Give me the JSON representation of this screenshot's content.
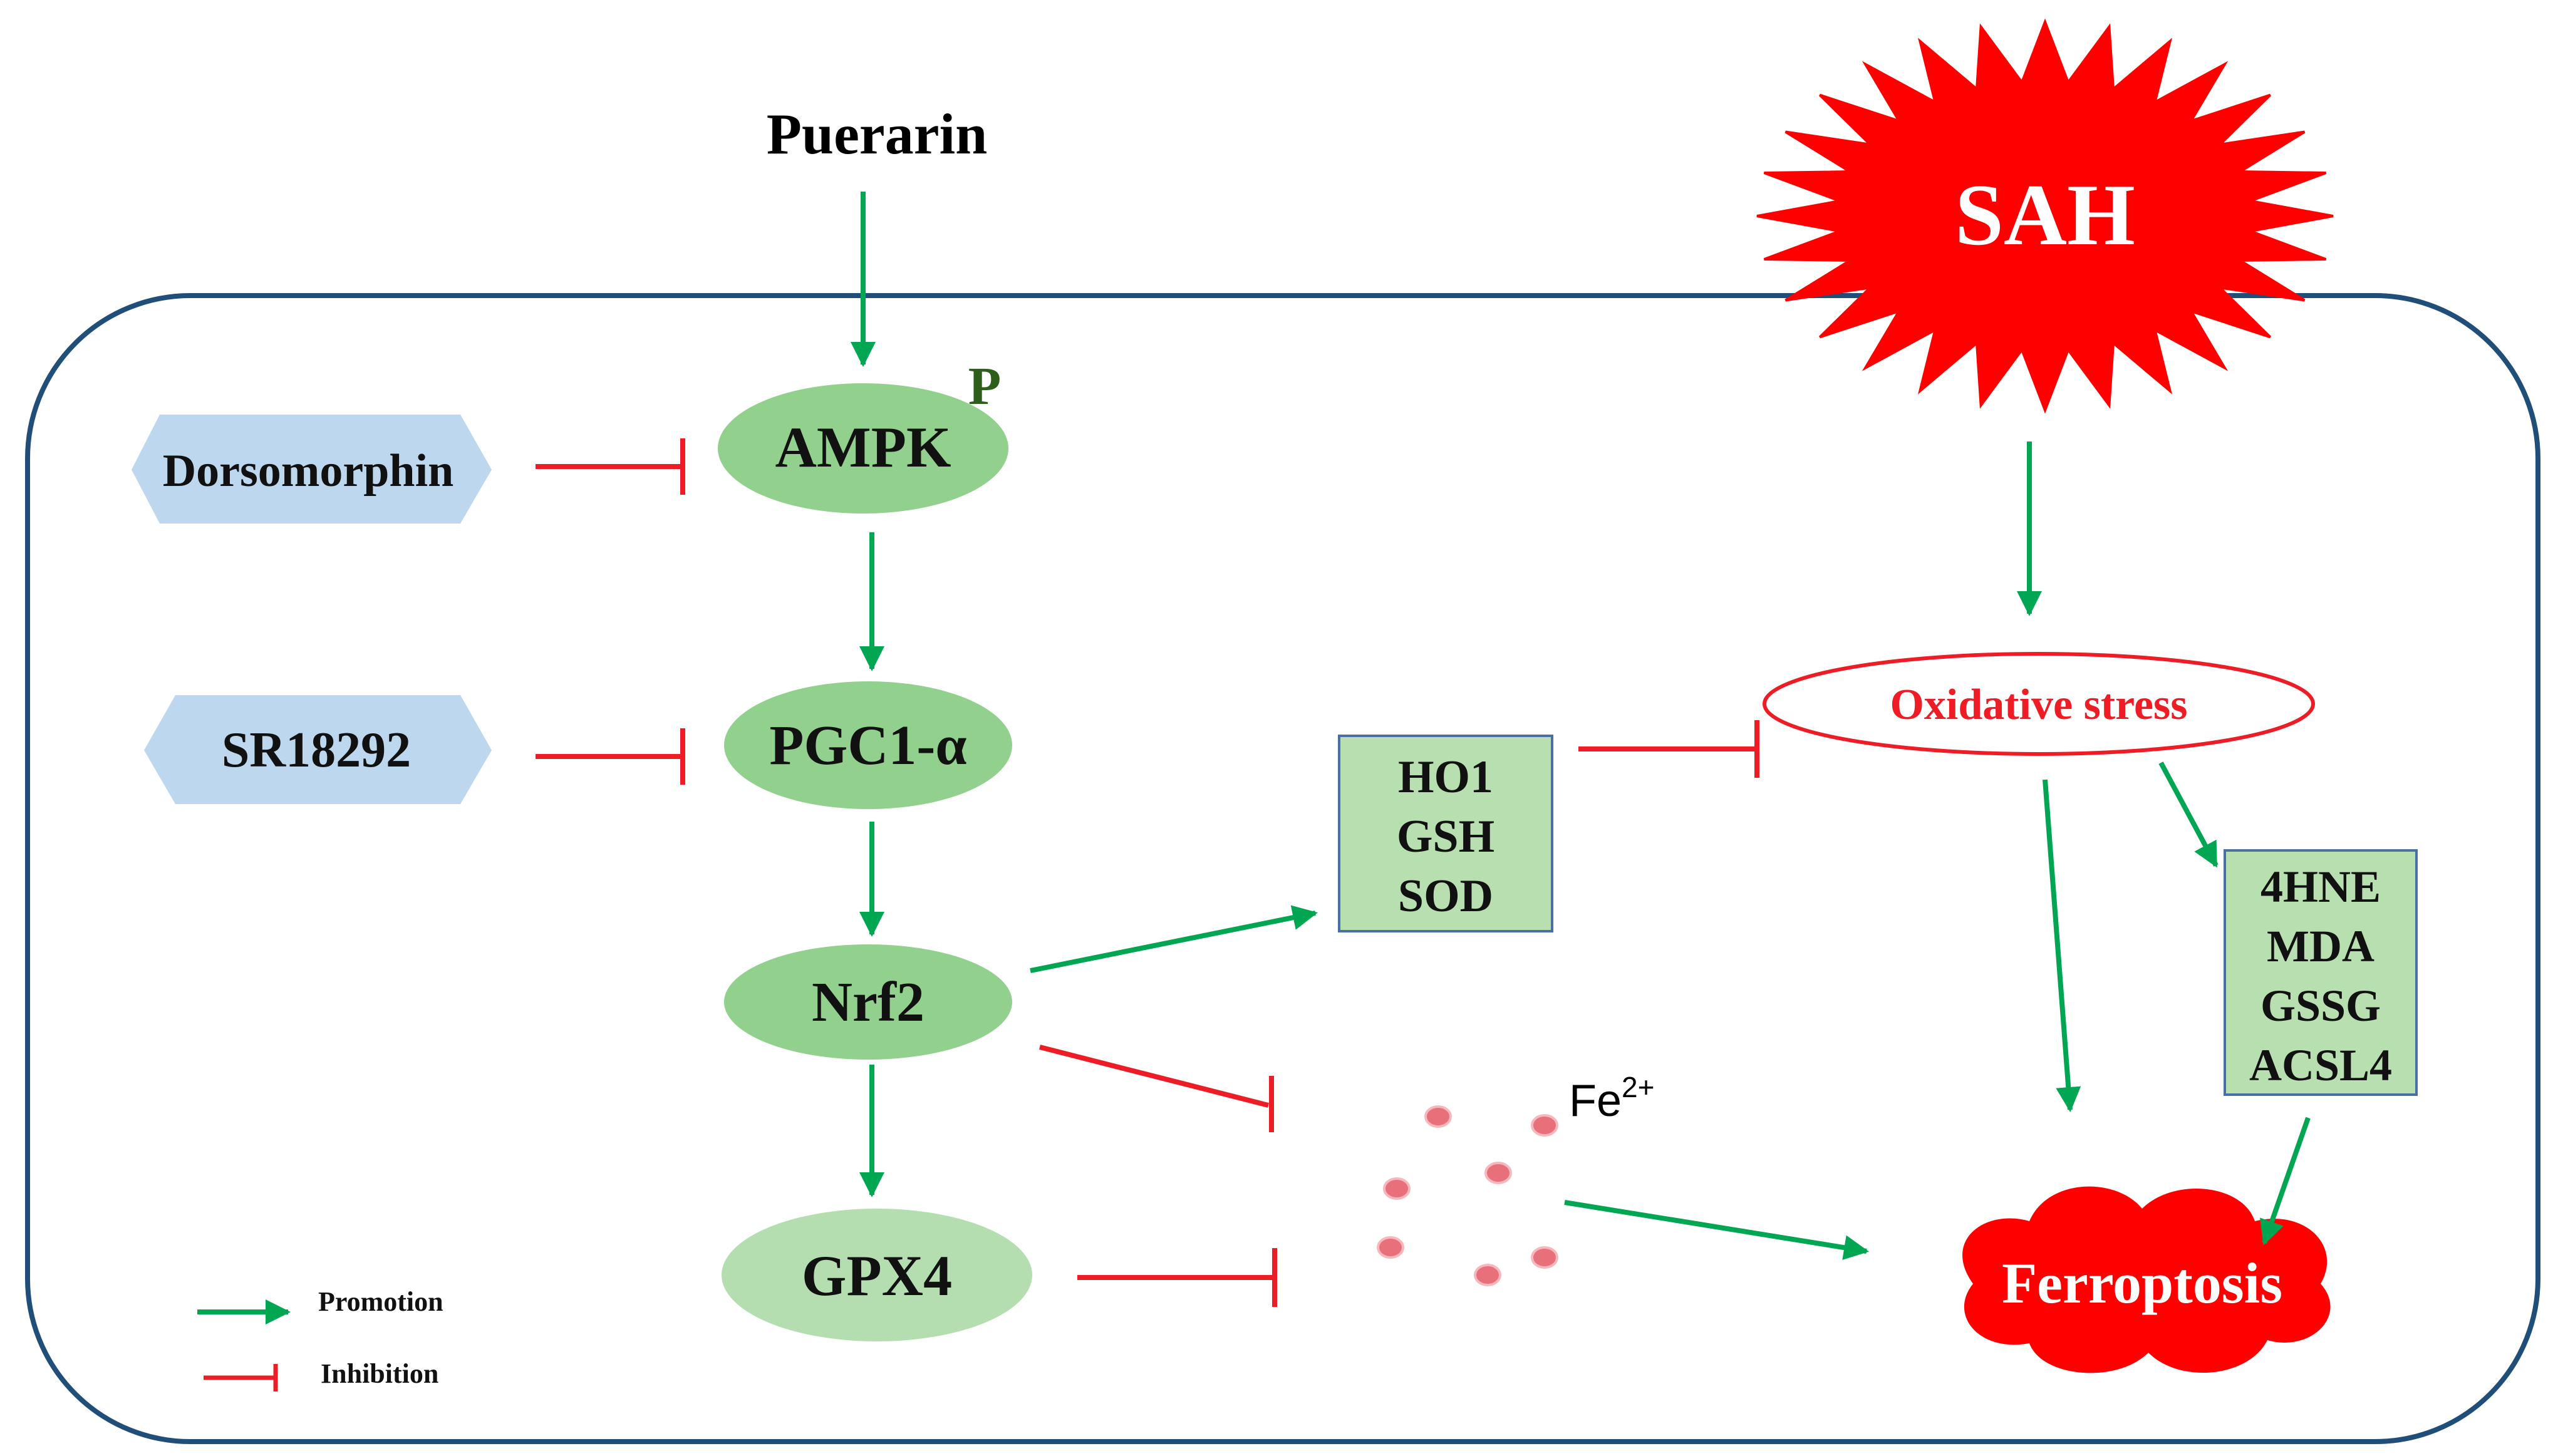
{
  "stimulus": {
    "drug": "Puerarin",
    "injury": "SAH"
  },
  "inhibitors": {
    "ampk_inhibitor": "Dorsomorphin",
    "pgc1a_inhibitor": "SR18292"
  },
  "pathway": {
    "ampk": "AMPK",
    "phospho_mark": "P",
    "pgc1a": "PGC1-α",
    "nrf2": "Nrf2",
    "gpx4": "GPX4"
  },
  "antioxidants": [
    "HO1",
    "GSH",
    "SOD"
  ],
  "oxidative_stress": "Oxidative stress",
  "lipid_markers": [
    "4HNE",
    "MDA",
    "GSSG",
    "ACSL4"
  ],
  "iron": {
    "base": "Fe",
    "superscript": "2+"
  },
  "outcome": "Ferroptosis",
  "legend": {
    "promotion": "Promotion",
    "inhibition": "Inhibition"
  },
  "colors": {
    "promotion_arrow": "#00a651",
    "inhibition_line": "#ee1c25",
    "cell_border": "#1f4e79",
    "node_dark": "#92d08e",
    "node_light": "#b4deaf",
    "inhibitor_fill": "#bdd7ee",
    "box_fill": "#b8dfb0",
    "box_border": "#4a6fa5",
    "sah_fill": "#ff0000",
    "iron_dot": "#e8707a",
    "phospho_color": "#2d5f1a"
  }
}
